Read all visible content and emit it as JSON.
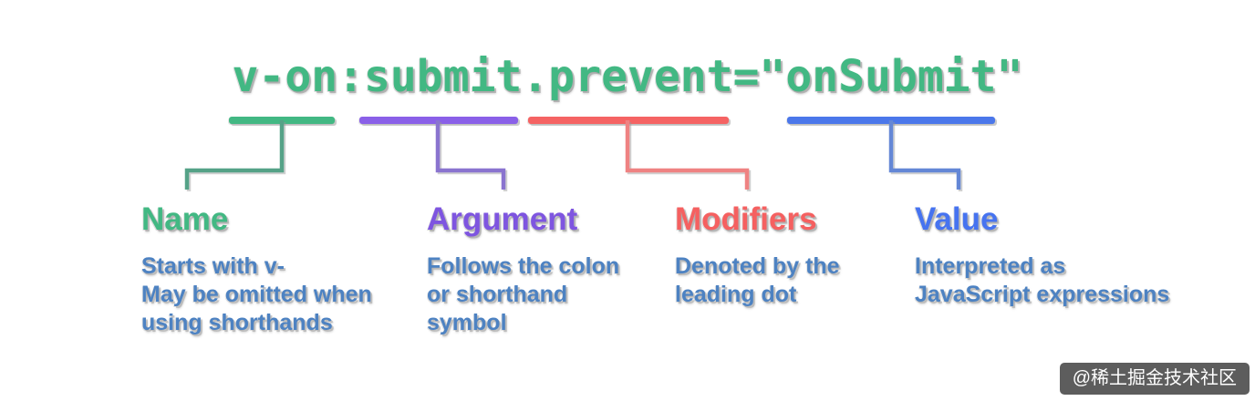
{
  "title": {
    "code": "v-on:submit.prevent=\"onSubmit\""
  },
  "colors": {
    "code_green": "#42b883",
    "name_green": "#42b883",
    "argument_purple": "#7e55e0",
    "modifiers_red": "#f56060",
    "value_blue": "#4673f0",
    "description_blue": "#4d82c2",
    "background": "#ffffff"
  },
  "sections": [
    {
      "key": "name",
      "label": "Name",
      "color": "#42b883",
      "underlined_code_part": "v-on",
      "desc": [
        "Starts with v-",
        "May be omitted when",
        "using shorthands"
      ]
    },
    {
      "key": "argument",
      "label": "Argument",
      "color": "#7e55e0",
      "underlined_code_part": "submit",
      "desc": [
        "Follows the colon",
        "or shorthand",
        "symbol"
      ]
    },
    {
      "key": "modifiers",
      "label": "Modifiers",
      "color": "#f56060",
      "underlined_code_part": ".prevent",
      "desc": [
        "Denoted by the",
        "leading dot"
      ]
    },
    {
      "key": "value",
      "label": "Value",
      "color": "#4673f0",
      "underlined_code_part": "onSubmit",
      "desc": [
        "Interpreted as",
        "JavaScript expressions"
      ]
    }
  ],
  "watermark": {
    "text": "@稀土掘金技术社区"
  }
}
